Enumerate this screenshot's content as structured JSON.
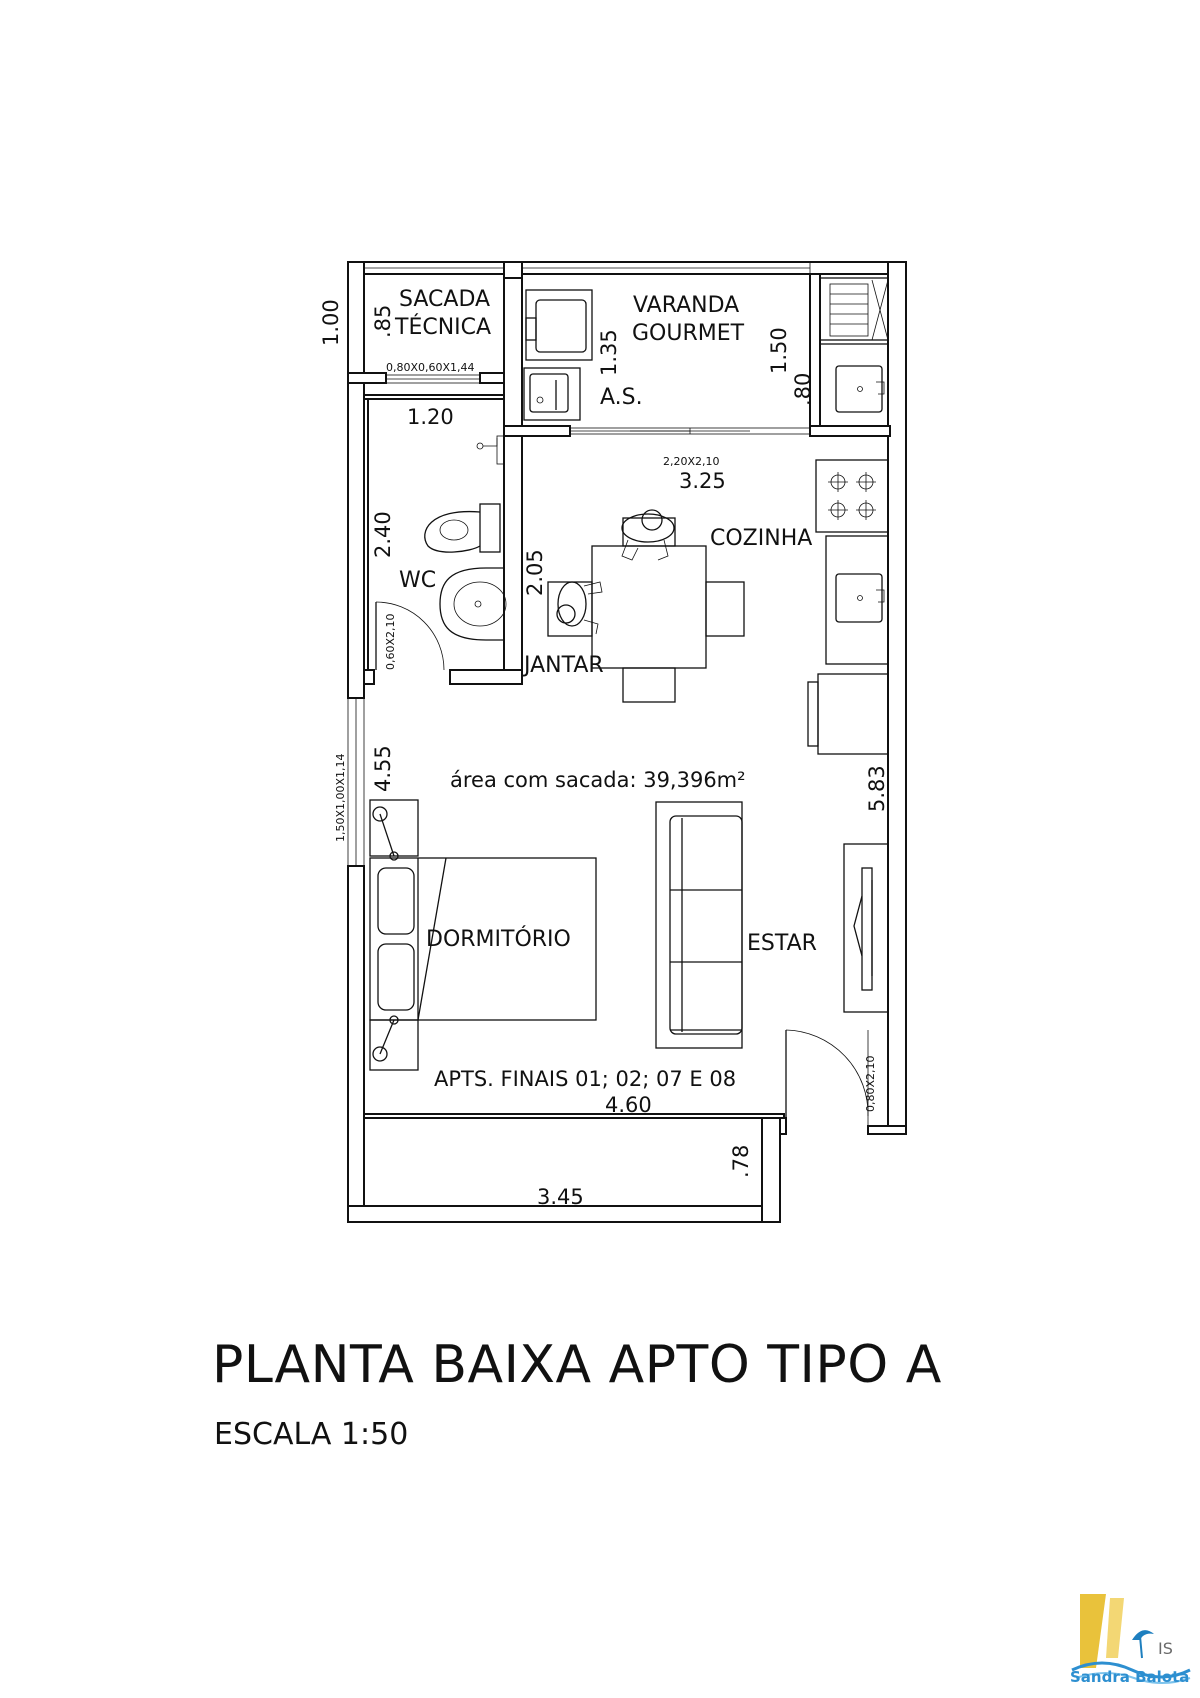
{
  "rooms": {
    "sacada_tecnica_1": "SACADA",
    "sacada_tecnica_2": "TÉCNICA",
    "varanda_1": "VARANDA",
    "varanda_2": "GOURMET",
    "area_servico": "A.S.",
    "wc": "WC",
    "cozinha": "COZINHA",
    "jantar": "JANTAR",
    "dormitorio": "DORMITÓRIO",
    "estar": "ESTAR"
  },
  "dimensions": {
    "d_1_00": "1.00",
    "d_85": ".85",
    "d_1_35": "1.35",
    "d_1_50": "1.50",
    "d_80": ".80",
    "d_1_20": "1.20",
    "d_3_25": "3.25",
    "d_2_40": "2.40",
    "d_2_05": "2.05",
    "d_4_55": "4.55",
    "d_5_83": "5.83",
    "d_4_60": "4.60",
    "d_78": ".78",
    "d_3_45": "3.45"
  },
  "openings": {
    "window_sacada": "0,80X0,60X1,44",
    "door_varanda": "2,20X2,10",
    "door_wc": "0,60X2,10",
    "window_dorm": "1,50X1,00X1,14",
    "door_entry": "0,80X2,10"
  },
  "notes": {
    "area": "área com sacada: 39,396m²",
    "apts": "APTS. FINAIS 01; 02; 07 E 08"
  },
  "title": "PLANTA BAIXA APTO TIPO A",
  "scale": "ESCALA 1:50",
  "logo": {
    "brand": "Sandra Balota",
    "icon": "palm-island-logo-icon",
    "color": "#2d8fd0"
  }
}
